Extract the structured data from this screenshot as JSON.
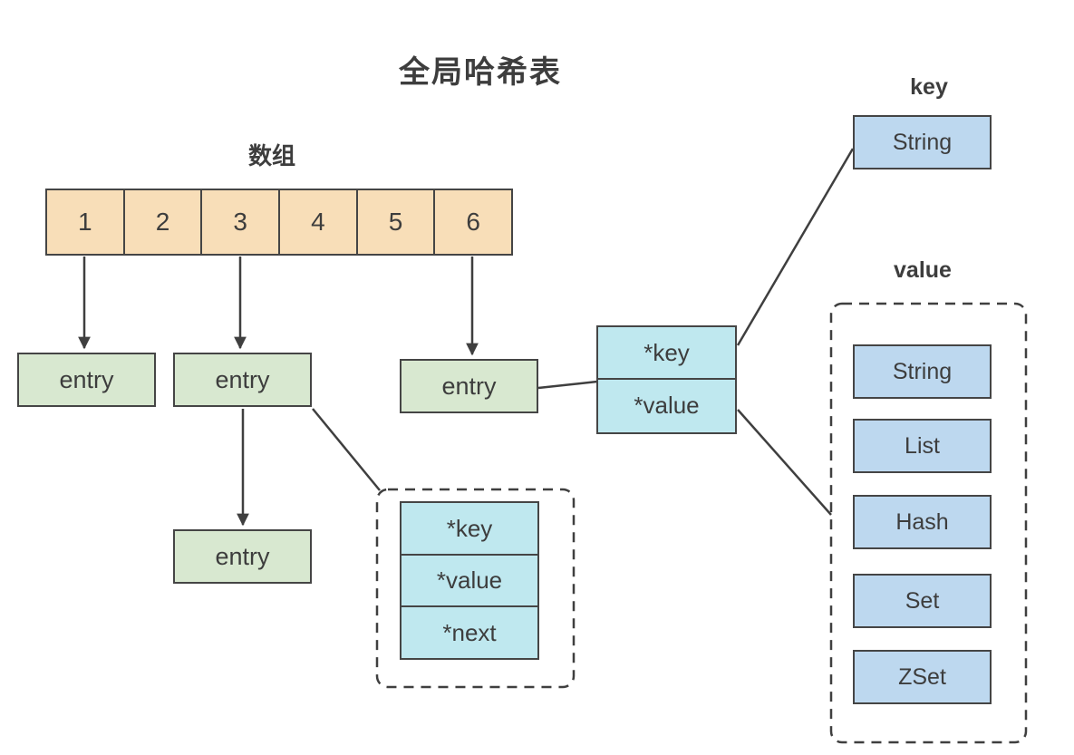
{
  "title": "全局哈希表",
  "array": {
    "label": "数组",
    "cells": [
      "1",
      "2",
      "3",
      "4",
      "5",
      "6"
    ]
  },
  "entry_label": "entry",
  "entry_pair": {
    "fields": [
      "*key",
      "*value"
    ]
  },
  "entry_struct": {
    "fields": [
      "*key",
      "*value",
      "*next"
    ]
  },
  "key_section": {
    "label": "key",
    "types": [
      "String"
    ]
  },
  "value_section": {
    "label": "value",
    "types": [
      "String",
      "List",
      "Hash",
      "Set",
      "ZSet"
    ]
  },
  "colors": {
    "array_fill": "#F8DEB8",
    "entry_fill": "#D8E8D0",
    "pointer_fill": "#BFE8EF",
    "type_fill": "#BDD8EF",
    "stroke": "#454545",
    "text": "#3D3D3D"
  }
}
